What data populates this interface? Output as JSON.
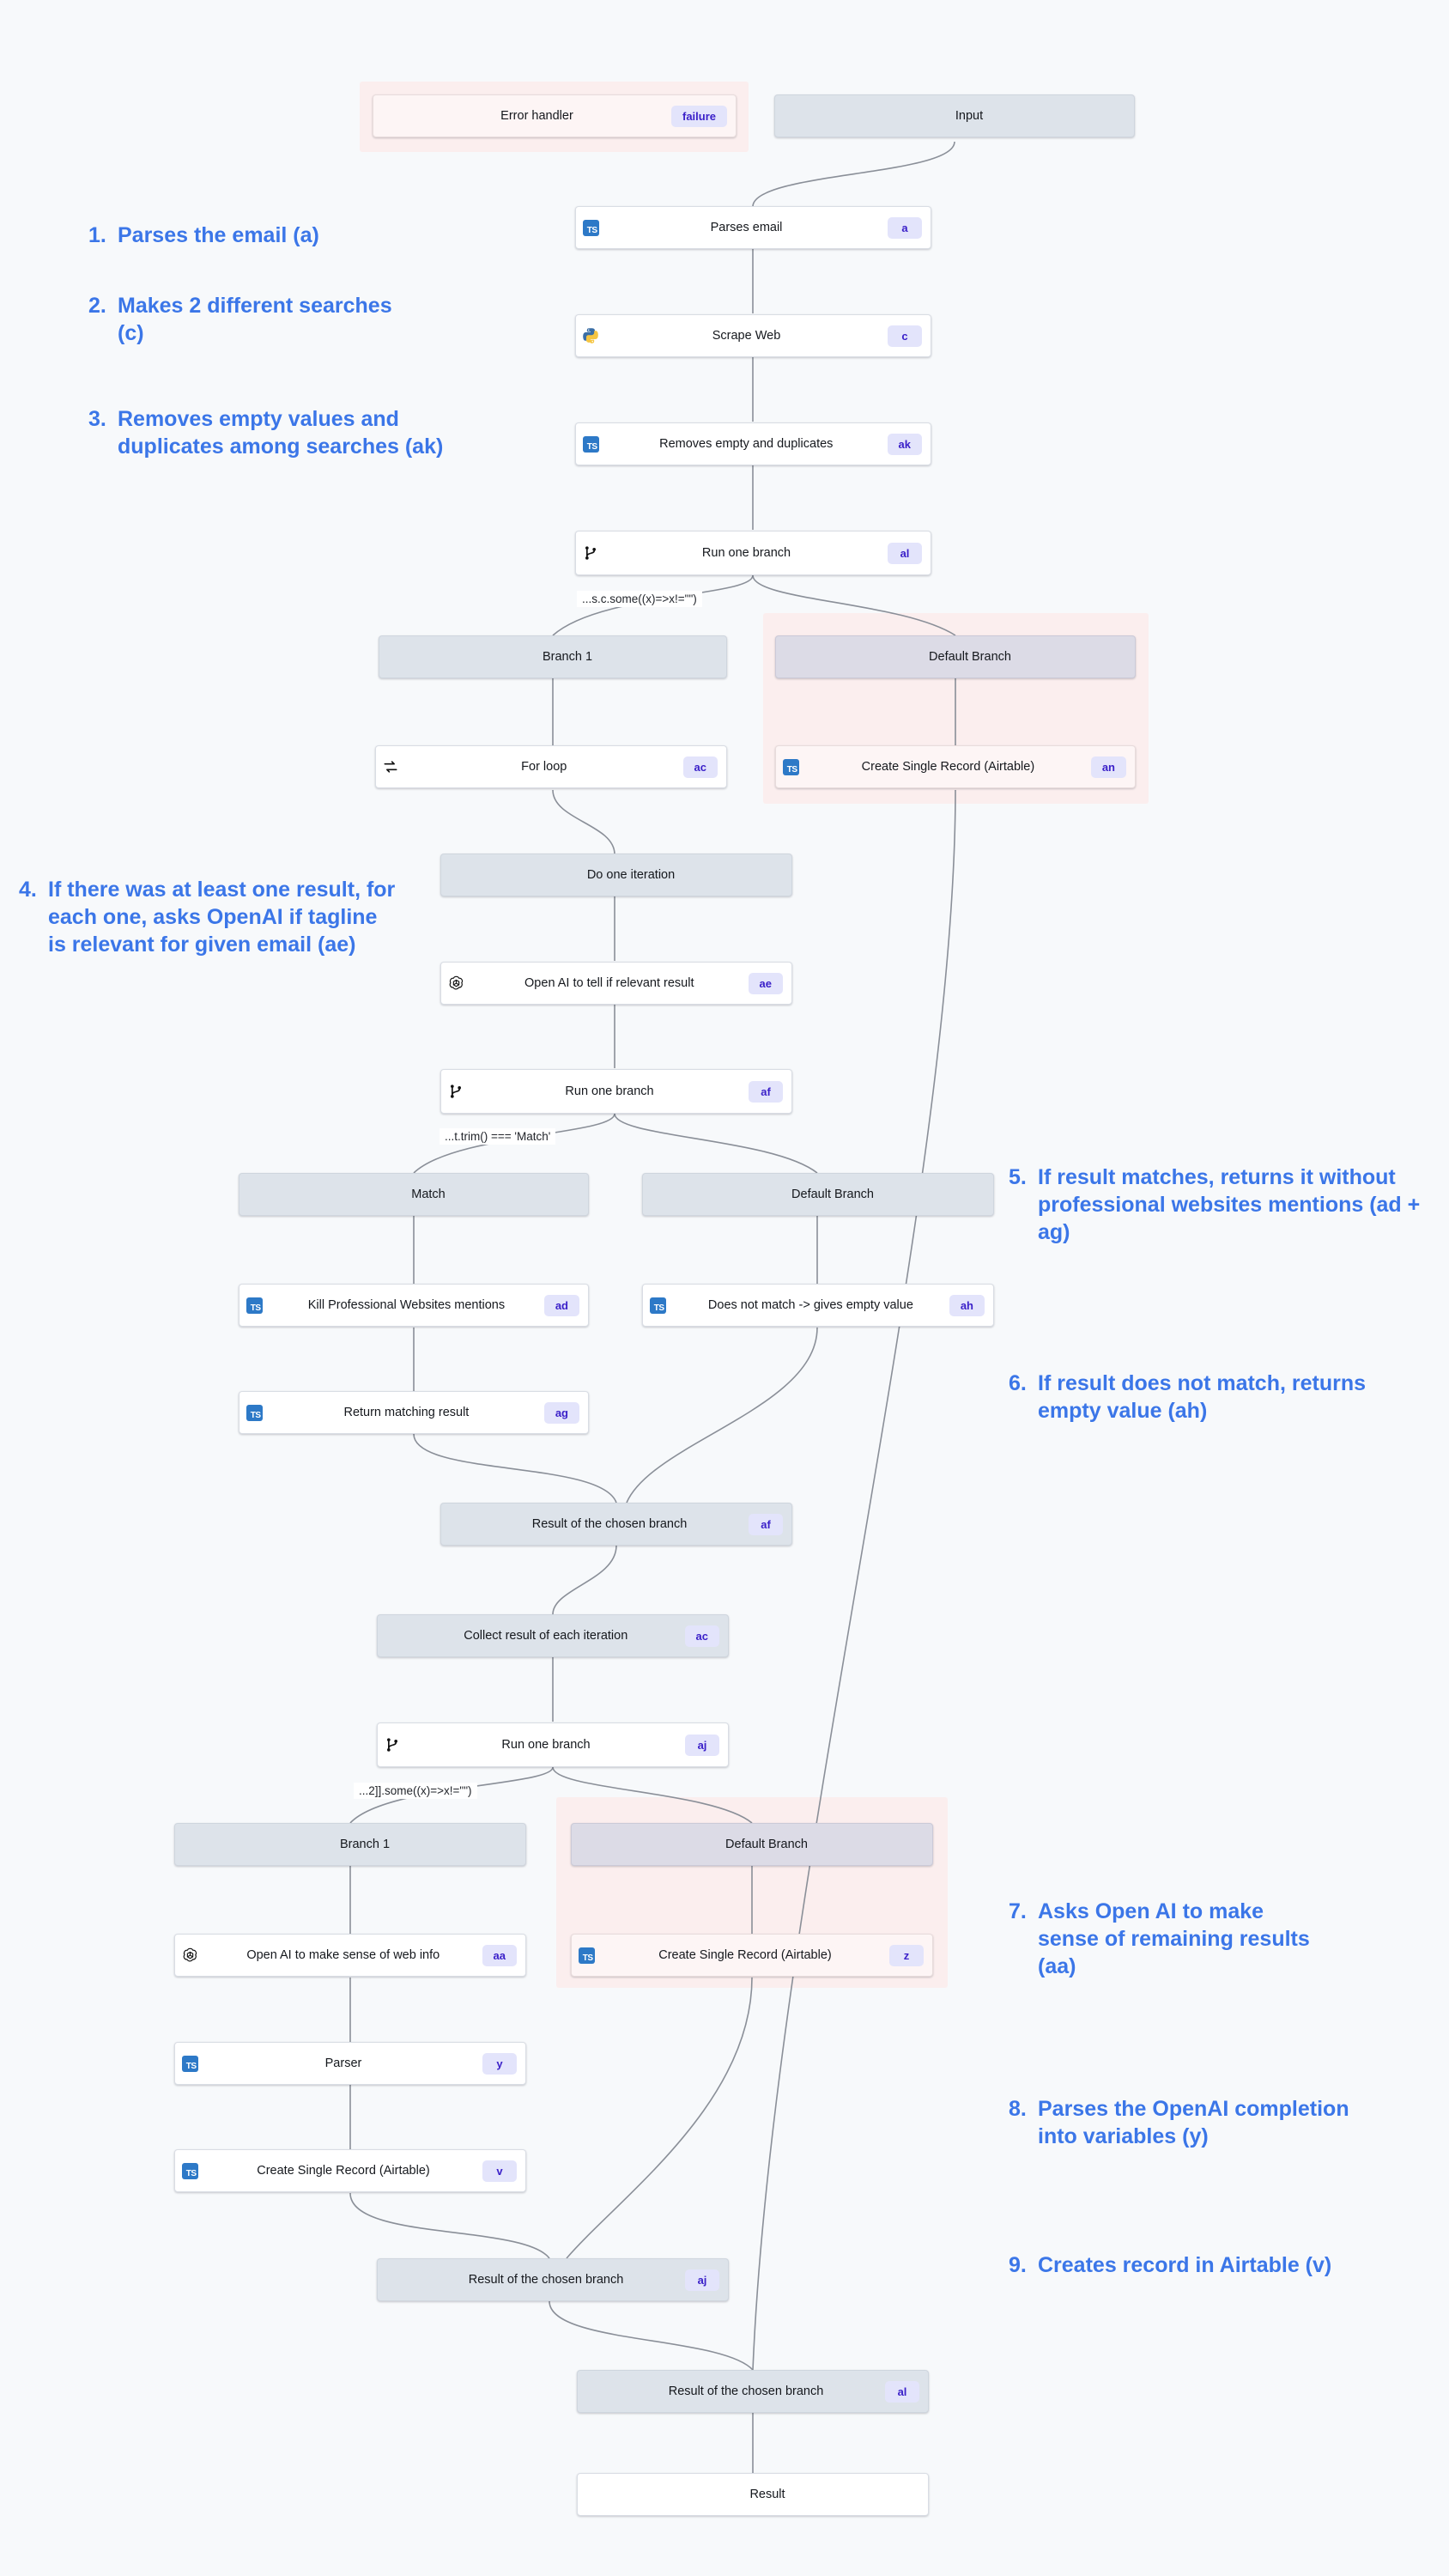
{
  "diagram": {
    "title": "Email enrichment workflow graph",
    "colors": {
      "background": "#f7f9fb",
      "annotation_blue": "#3b76e8",
      "badge_bg": "#e3e4fb",
      "badge_text": "#3b21c9",
      "group_pink": "#fbeeee",
      "node_gray": "#dde3ea",
      "node_lavender": "#dcdbe6",
      "edge_stroke": "#8a8f98"
    },
    "nodes": [
      {
        "id": "error_handler",
        "label": "Error handler",
        "badge": "failure",
        "icon": "none",
        "style": "rosewhite"
      },
      {
        "id": "input",
        "label": "Input",
        "badge": "",
        "icon": "none",
        "style": "gray"
      },
      {
        "id": "a",
        "label": "Parses email",
        "badge": "a",
        "icon": "typescript-icon",
        "style": "white"
      },
      {
        "id": "c",
        "label": "Scrape Web",
        "badge": "c",
        "icon": "python-icon",
        "style": "white"
      },
      {
        "id": "ak",
        "label": "Removes empty and duplicates",
        "badge": "ak",
        "icon": "typescript-icon",
        "style": "white"
      },
      {
        "id": "al_branch",
        "label": "Run one branch",
        "badge": "al",
        "icon": "branch-icon",
        "style": "white"
      },
      {
        "id": "branch1_top",
        "label": "Branch 1",
        "badge": "",
        "icon": "none",
        "style": "gray"
      },
      {
        "id": "default_top",
        "label": "Default Branch",
        "badge": "",
        "icon": "none",
        "style": "lav"
      },
      {
        "id": "ac_forloop",
        "label": "For loop",
        "badge": "ac",
        "icon": "loop-icon",
        "style": "white"
      },
      {
        "id": "an",
        "label": "Create Single Record (Airtable)",
        "badge": "an",
        "icon": "typescript-icon",
        "style": "rosewhite"
      },
      {
        "id": "do_iteration",
        "label": "Do one iteration",
        "badge": "",
        "icon": "none",
        "style": "gray"
      },
      {
        "id": "ae",
        "label": "Open AI to tell if relevant result",
        "badge": "ae",
        "icon": "openai-icon",
        "style": "white"
      },
      {
        "id": "af_branch",
        "label": "Run one branch",
        "badge": "af",
        "icon": "branch-icon",
        "style": "white"
      },
      {
        "id": "match",
        "label": "Match",
        "badge": "",
        "icon": "none",
        "style": "gray"
      },
      {
        "id": "default_mid",
        "label": "Default Branch",
        "badge": "",
        "icon": "none",
        "style": "gray"
      },
      {
        "id": "ad",
        "label": "Kill Professional Websites mentions",
        "badge": "ad",
        "icon": "typescript-icon",
        "style": "white"
      },
      {
        "id": "ah",
        "label": "Does not match -> gives empty value",
        "badge": "ah",
        "icon": "typescript-icon",
        "style": "white"
      },
      {
        "id": "ag",
        "label": "Return matching result",
        "badge": "ag",
        "icon": "typescript-icon",
        "style": "white"
      },
      {
        "id": "af_result",
        "label": "Result of the chosen branch",
        "badge": "af",
        "icon": "none",
        "style": "gray"
      },
      {
        "id": "ac_collect",
        "label": "Collect result of each iteration",
        "badge": "ac",
        "icon": "none",
        "style": "gray"
      },
      {
        "id": "aj_branch",
        "label": "Run one branch",
        "badge": "aj",
        "icon": "branch-icon",
        "style": "white"
      },
      {
        "id": "branch1_bot",
        "label": "Branch 1",
        "badge": "",
        "icon": "none",
        "style": "gray"
      },
      {
        "id": "default_bot",
        "label": "Default Branch",
        "badge": "",
        "icon": "none",
        "style": "lav"
      },
      {
        "id": "aa",
        "label": "Open AI to make sense of web info",
        "badge": "aa",
        "icon": "openai-icon",
        "style": "white"
      },
      {
        "id": "z",
        "label": "Create Single Record (Airtable)",
        "badge": "z",
        "icon": "typescript-icon",
        "style": "rosewhite"
      },
      {
        "id": "y",
        "label": "Parser",
        "badge": "y",
        "icon": "typescript-icon",
        "style": "white"
      },
      {
        "id": "v",
        "label": "Create Single Record (Airtable)",
        "badge": "v",
        "icon": "typescript-icon",
        "style": "white"
      },
      {
        "id": "aj_result",
        "label": "Result of the chosen branch",
        "badge": "aj",
        "icon": "none",
        "style": "gray"
      },
      {
        "id": "al_result",
        "label": "Result of the chosen branch",
        "badge": "al",
        "icon": "none",
        "style": "gray"
      },
      {
        "id": "result",
        "label": "Result",
        "badge": "",
        "icon": "none",
        "style": "white"
      }
    ],
    "edge_labels": [
      {
        "id": "el_al",
        "text": "...s.c.some((x)=>x!=\"\")"
      },
      {
        "id": "el_af",
        "text": "...t.trim() === 'Match'"
      },
      {
        "id": "el_aj",
        "text": "...2]].some((x)=>x!=\"\")"
      }
    ],
    "annotations": [
      {
        "num": "1.",
        "text": "Parses the email (a)"
      },
      {
        "num": "2.",
        "text": "Makes 2 different searches (c)"
      },
      {
        "num": "3.",
        "text": "Removes empty values and duplicates among searches (ak)"
      },
      {
        "num": "4.",
        "text": "If there was at least one result, for each one, asks OpenAI if tagline is relevant for given email (ae)"
      },
      {
        "num": "5.",
        "text": "If result matches, returns it without professional websites mentions (ad + ag)"
      },
      {
        "num": "6.",
        "text": "If result does not match, returns empty value (ah)"
      },
      {
        "num": "7.",
        "text": "Asks Open AI to make sense of remaining results (aa)"
      },
      {
        "num": "8.",
        "text": "Parses the OpenAI completion into variables (y)"
      },
      {
        "num": "9.",
        "text": "Creates record in Airtable (v)"
      }
    ]
  }
}
